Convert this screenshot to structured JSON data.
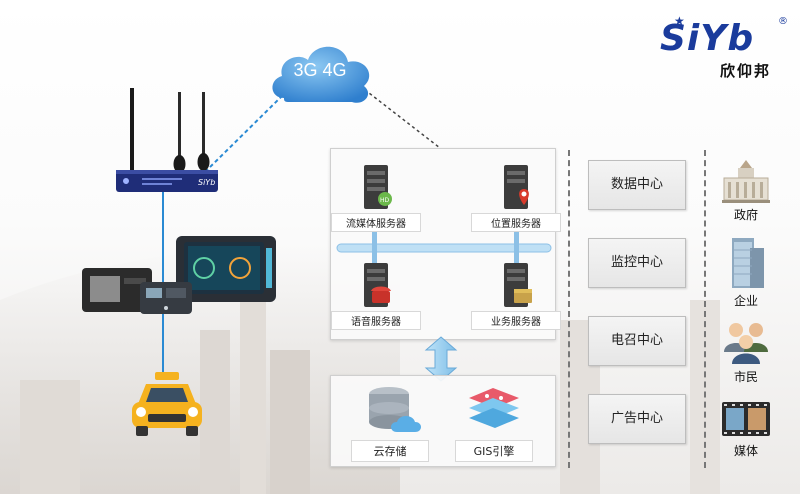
{
  "logo": {
    "brand": "SiYb",
    "reg_mark": "®",
    "cn_name": "欣仰邦"
  },
  "network": {
    "label": "3G 4G"
  },
  "router": {
    "brand": "SiYb"
  },
  "servers": [
    {
      "label": "流媒体服务器",
      "icon": "streaming-server-icon",
      "badge": "HD"
    },
    {
      "label": "位置服务器",
      "icon": "location-server-icon"
    },
    {
      "label": "语音服务器",
      "icon": "voice-server-icon"
    },
    {
      "label": "业务服务器",
      "icon": "business-server-icon"
    }
  ],
  "storage": [
    {
      "label": "云存储",
      "icon": "cloud-storage-icon"
    },
    {
      "label": "GIS引擎",
      "icon": "gis-engine-icon"
    }
  ],
  "centers": [
    {
      "label": "数据中心"
    },
    {
      "label": "监控中心"
    },
    {
      "label": "电召中心"
    },
    {
      "label": "广告中心"
    }
  ],
  "entities": [
    {
      "label": "政府",
      "icon": "government-building-icon"
    },
    {
      "label": "企业",
      "icon": "office-tower-icon"
    },
    {
      "label": "市民",
      "icon": "people-icon"
    },
    {
      "label": "媒体",
      "icon": "film-media-icon"
    }
  ],
  "colors": {
    "brand_blue": "#1a3b9c",
    "cloud_blue": "#3f8fd6",
    "link_blue": "#2a8ad3",
    "bus_blue": "#bfe0f5",
    "taxi_yellow": "#f5b21f"
  }
}
